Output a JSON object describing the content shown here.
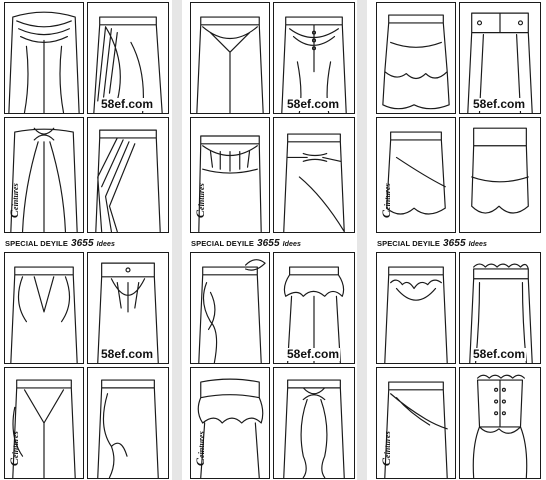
{
  "caption": {
    "prefix": "SPECIAL DEYILE",
    "number": "3655",
    "suffix": "Idees"
  },
  "watermark": "58ef.com",
  "vertical_label": {
    "initial": "C",
    "rest": "eintures"
  },
  "colors": {
    "line": "#1a1a1a",
    "paper": "#ffffff",
    "gutter": "#e6e6e6"
  },
  "panels": [
    {
      "id": "p1",
      "tiles": [
        "draped-waist-pencil",
        "asym-wrap-panel",
        "bow-waist-pencil",
        "pleated-cascade-skirt"
      ]
    },
    {
      "id": "p2",
      "tiles": [
        "gathered-front-pencil",
        "buttoned-ruched-skirt",
        "ruched-waist-pencil",
        "knot-wrap-skirt"
      ]
    },
    {
      "id": "p3",
      "tiles": [
        "tiered-ruffle-skirt",
        "buttoned-high-waist",
        "ruffle-hem-wrap",
        "ruffle-hem-pencil"
      ]
    },
    {
      "id": "p4",
      "tiles": [
        "draped-pocket-skirt",
        "buttoned-gathered-skirt",
        "point-panel-skirt",
        "asym-flounce-skirt"
      ]
    },
    {
      "id": "p5",
      "tiles": [
        "bow-sash-ruffle",
        "peplum-pencil",
        "wide-belt-peplum",
        "bow-front-cascade"
      ]
    },
    {
      "id": "p6",
      "tiles": [
        "ruffle-yoke-skirt",
        "ruffle-waist-pencil",
        "ruffle-wrap-pencil",
        "corset-ruffle-skirt"
      ]
    }
  ]
}
